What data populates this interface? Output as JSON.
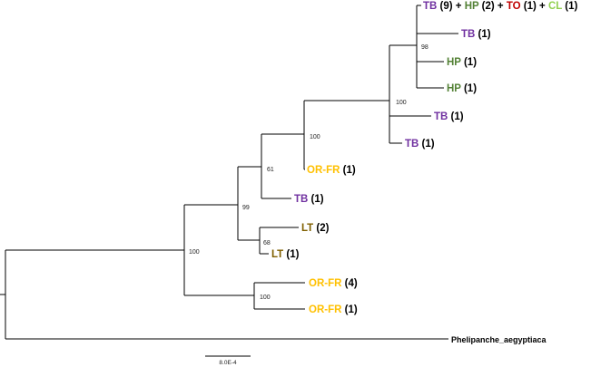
{
  "colors": {
    "TB": "#7030a0",
    "HP": "#538135",
    "TO": "#c00000",
    "CL": "#92d050",
    "OR-FR": "#ffc000",
    "LT": "#806000",
    "count": "#000000"
  },
  "tips": [
    {
      "id": "t1",
      "parts": [
        {
          "code": "TB",
          "count": " (9)"
        },
        {
          "sep": " + "
        },
        {
          "code": "HP",
          "count": " (2)"
        },
        {
          "sep": " + "
        },
        {
          "code": "TO",
          "count": " (1)"
        },
        {
          "sep": " + "
        },
        {
          "code": "CL",
          "count": " (1)"
        }
      ]
    },
    {
      "id": "t2",
      "parts": [
        {
          "code": "TB",
          "count": " (1)"
        }
      ]
    },
    {
      "id": "t3",
      "parts": [
        {
          "code": "HP",
          "count": " (1)"
        }
      ]
    },
    {
      "id": "t4",
      "parts": [
        {
          "code": "HP",
          "count": " (1)"
        }
      ]
    },
    {
      "id": "t5",
      "parts": [
        {
          "code": "TB",
          "count": " (1)"
        }
      ]
    },
    {
      "id": "t6",
      "parts": [
        {
          "code": "TB",
          "count": " (1)"
        }
      ]
    },
    {
      "id": "t7",
      "parts": [
        {
          "code": "OR-FR",
          "count": " (1)"
        }
      ]
    },
    {
      "id": "t8",
      "parts": [
        {
          "code": "TB",
          "count": " (1)"
        }
      ]
    },
    {
      "id": "t9",
      "parts": [
        {
          "code": "LT",
          "count": " (2)"
        }
      ]
    },
    {
      "id": "t10",
      "parts": [
        {
          "code": "LT",
          "count": " (1)"
        }
      ]
    },
    {
      "id": "t11",
      "parts": [
        {
          "code": "OR-FR",
          "count": " (4)"
        }
      ]
    },
    {
      "id": "t12",
      "parts": [
        {
          "code": "OR-FR",
          "count": " (1)"
        }
      ]
    }
  ],
  "outgroup": "Phelipanche_aegyptiaca",
  "supports": [
    "98",
    "100",
    "100",
    "61",
    "99",
    "68",
    "100",
    "100"
  ],
  "scale_bar": "8.0E-4"
}
